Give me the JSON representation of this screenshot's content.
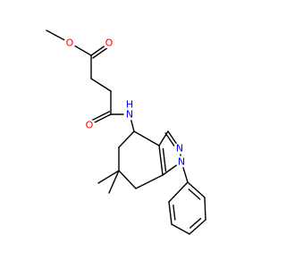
{
  "molecule": {
    "colors": {
      "bond": "#000000",
      "oxygen": "#ff0000",
      "nitrogen": "#0000ff"
    },
    "labels": {
      "o_ester_top": "O",
      "o_ester_bridge": "O",
      "o_amide": "O",
      "n_amide": "N",
      "h_amide": "H",
      "n_pyrazole_2": "N",
      "n_pyrazole_1": "N"
    }
  }
}
